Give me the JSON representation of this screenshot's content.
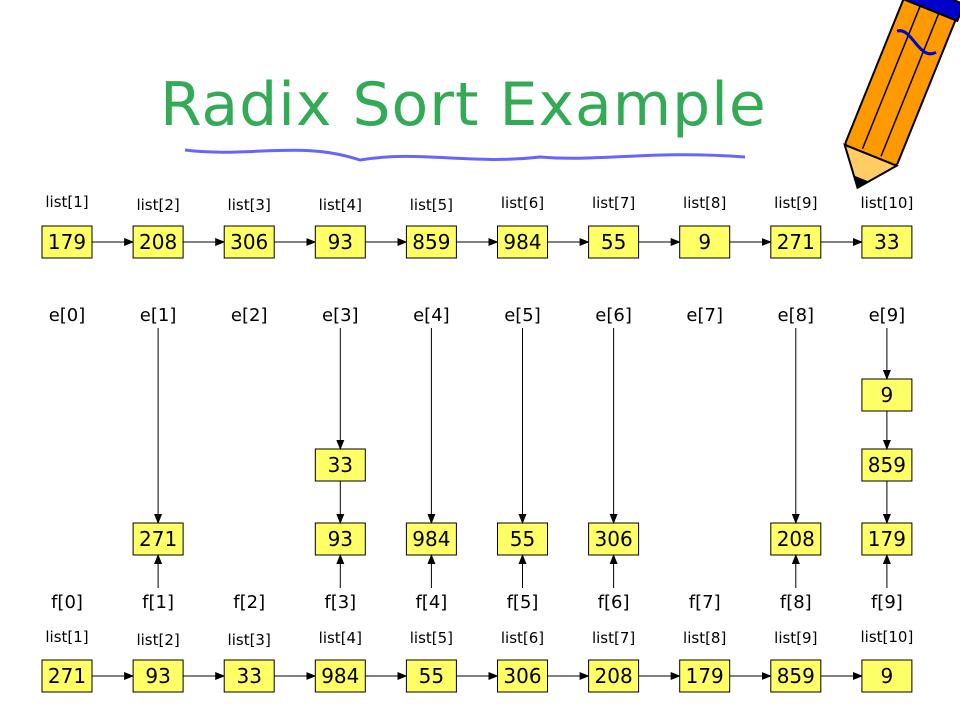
{
  "title": "Radix Sort Example",
  "colors": {
    "title": "#33aa55",
    "box": "#ffff66",
    "pen_body": "#ff9900",
    "pen_accent": "#0000cc"
  },
  "top_list": {
    "labels": [
      "list[1]",
      "list[2]",
      "list[3]",
      "list[4]",
      "list[5]",
      "list[6]",
      "list[7]",
      "list[8]",
      "list[9]",
      "list[10]"
    ],
    "values": [
      "179",
      "208",
      "306",
      "93",
      "859",
      "984",
      "55",
      "9",
      "271",
      "33"
    ]
  },
  "e_labels": [
    "e[0]",
    "e[1]",
    "e[2]",
    "e[3]",
    "e[4]",
    "e[5]",
    "e[6]",
    "e[7]",
    "e[8]",
    "e[9]"
  ],
  "f_labels": [
    "f[0]",
    "f[1]",
    "f[2]",
    "f[3]",
    "f[4]",
    "f[5]",
    "f[6]",
    "f[7]",
    "f[8]",
    "f[9]"
  ],
  "buckets": [
    {
      "bucket": 1,
      "items": [
        "271"
      ]
    },
    {
      "bucket": 3,
      "items": [
        "93",
        "33"
      ]
    },
    {
      "bucket": 4,
      "items": [
        "984"
      ]
    },
    {
      "bucket": 5,
      "items": [
        "55"
      ]
    },
    {
      "bucket": 6,
      "items": [
        "306"
      ]
    },
    {
      "bucket": 8,
      "items": [
        "208"
      ]
    },
    {
      "bucket": 9,
      "items": [
        "179",
        "859",
        "9"
      ]
    }
  ],
  "bottom_list": {
    "labels": [
      "list[1]",
      "list[2]",
      "list[3]",
      "list[4]",
      "list[5]",
      "list[6]",
      "list[7]",
      "list[8]",
      "list[9]",
      "list[10]"
    ],
    "values": [
      "271",
      "93",
      "33",
      "984",
      "55",
      "306",
      "208",
      "179",
      "859",
      "9"
    ]
  },
  "decoration_icon": "pencil-icon"
}
